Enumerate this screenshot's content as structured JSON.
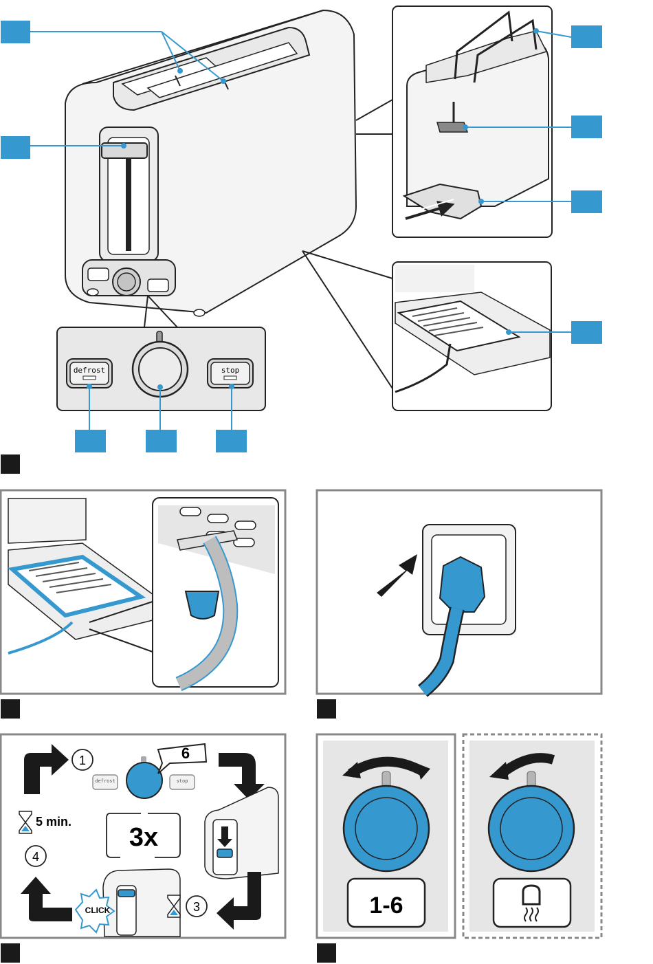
{
  "colors": {
    "callout": "#3598cf",
    "accent_blue": "#3598cf",
    "panel_grey": "#e6e6e6",
    "outline": "#222222",
    "marker": "#1a1a1a"
  },
  "overview": {
    "defrost_label": "defrost",
    "stop_label": "stop",
    "callout_count": 10
  },
  "step3": {
    "step1": "1",
    "step2": "2",
    "step3": "3",
    "step4": "4",
    "level": "6",
    "repeat": "3x",
    "wait": "5 min.",
    "click": "CLICK",
    "defrost_label": "defrost",
    "stop_label": "stop"
  },
  "step4": {
    "range": "1-6"
  },
  "icons": [
    "hourglass-icon",
    "arrow-icon",
    "bread-icon",
    "heat-icon",
    "plug-icon"
  ]
}
